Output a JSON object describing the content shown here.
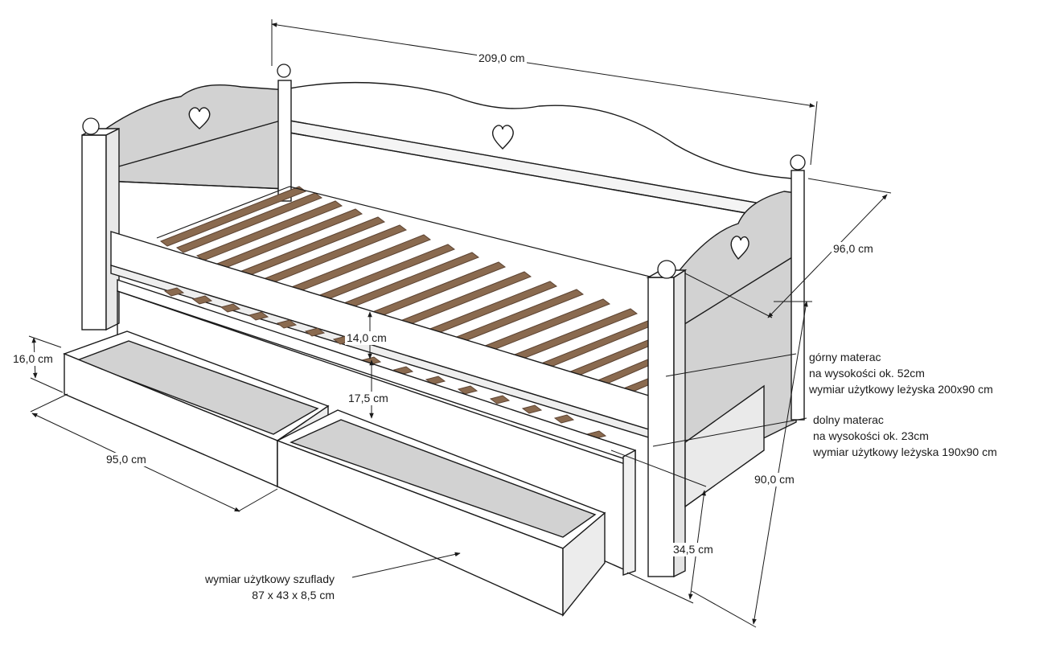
{
  "dimensions": {
    "length": "209,0 cm",
    "depth": "96,0 cm",
    "height": "90,0 cm",
    "gap_upper": "14,0 cm",
    "gap_lower": "17,5 cm",
    "drawer_height": "16,0 cm",
    "drawer_width": "95,0 cm",
    "under_height": "34,5 cm"
  },
  "notes": {
    "upper_mattress": [
      "górny materac",
      "na wysokości ok. 52cm",
      "wymiar użytkowy leżyska 200x90 cm"
    ],
    "lower_mattress": [
      "dolny materac",
      "na wysokości ok. 23cm",
      "wymiar użytkowy leżyska 190x90 cm"
    ],
    "drawer": [
      "wymiar użytkowy szuflady",
      "87 x 43 x 8,5 cm"
    ]
  },
  "colors": {
    "panel": "#ffffff",
    "panel_inner": "#cfcfcf",
    "slat": "#8a6a4f",
    "slat_dark": "#5d4433",
    "line": "#1a1a1a"
  }
}
